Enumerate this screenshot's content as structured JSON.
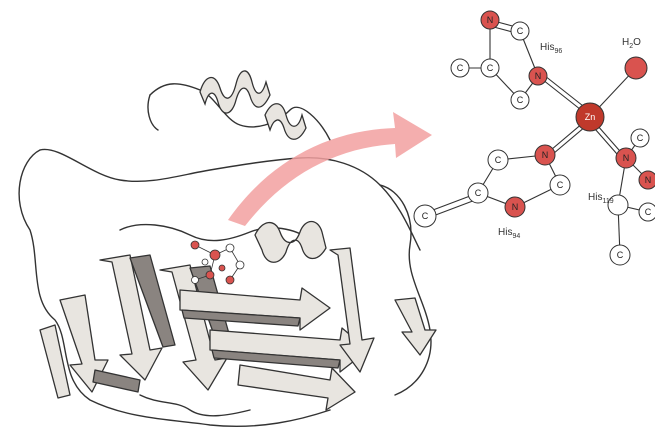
{
  "figure": {
    "residue_labels": [
      {
        "id": "his96",
        "name": "His",
        "num": "96"
      },
      {
        "id": "his94",
        "name": "His",
        "num": "94"
      },
      {
        "id": "his119",
        "name": "His",
        "num": "119"
      }
    ],
    "water_label": {
      "main": "H",
      "sub": "2",
      "tail": "O"
    },
    "zinc_label": "Zn",
    "atom_symbols": {
      "nitrogen": "N",
      "carbon": "C"
    },
    "colors": {
      "heteroatom": "#d9534f",
      "carbon": "#ffffff",
      "arrow": "#f2a0a0",
      "ribbon_fill": "#e8e5e0",
      "ribbon_dark": "#8a8480",
      "outline": "#333333"
    }
  }
}
